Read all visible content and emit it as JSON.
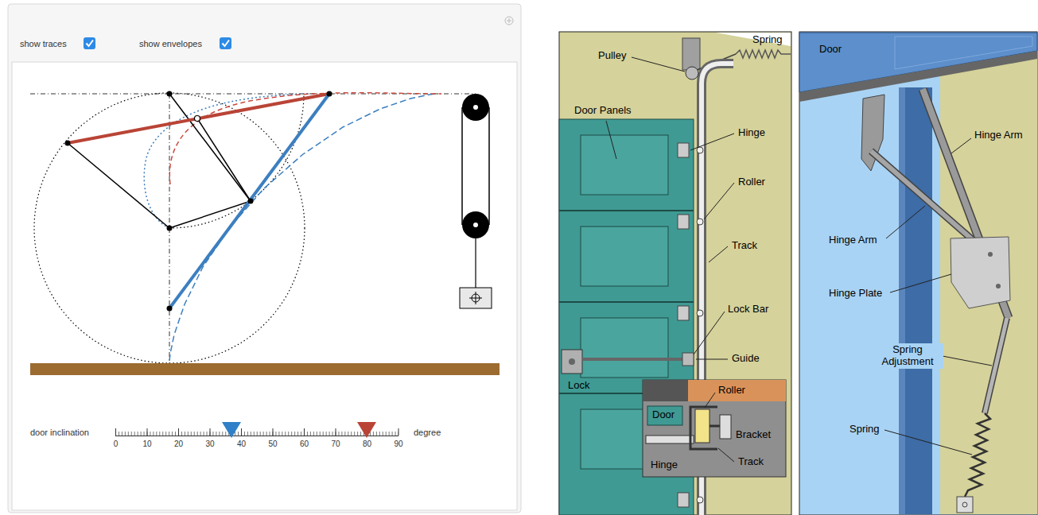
{
  "diagram": {
    "labels": [
      "show traces",
      "show envelopes",
      "door inclination",
      "0",
      "10",
      "20",
      "30",
      "40",
      "50",
      "60",
      "70",
      "80",
      "90",
      "degree",
      "Spring",
      "Pulley",
      "Door Panels",
      "Hinge",
      "Roller",
      "Track",
      "Lock Bar",
      "Guide",
      "Lock",
      "Roller",
      "Door",
      "Bracket",
      "Hinge",
      "Track",
      "Door",
      "Hinge Arm",
      "Hinge Arm",
      "Hinge Plate",
      "Spring Adjustment",
      "Spring"
    ]
  }
}
